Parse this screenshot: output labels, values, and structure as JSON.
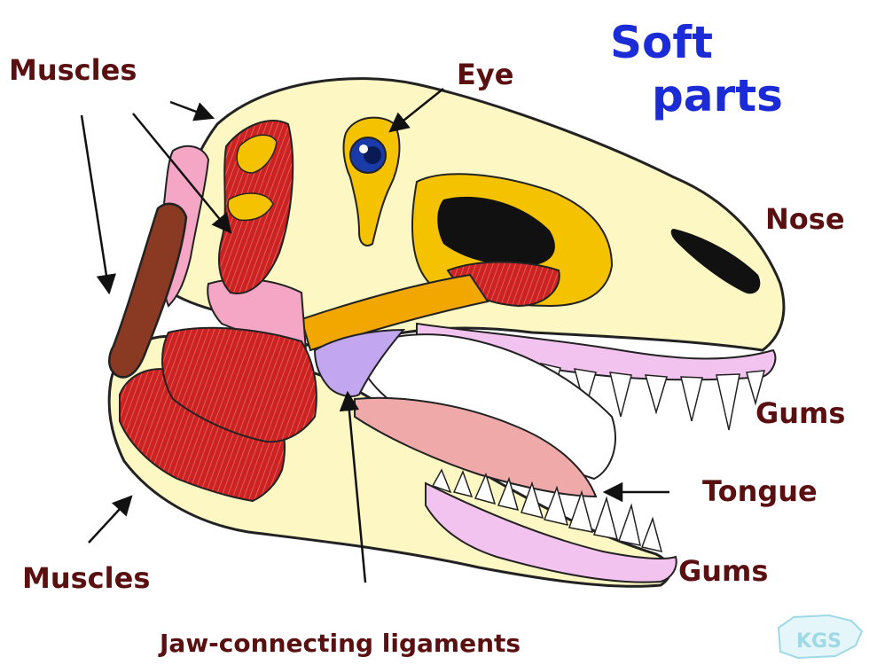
{
  "title": {
    "line1": "Soft",
    "line2": "parts"
  },
  "labels": {
    "muscles_top": "Muscles",
    "eye": "Eye",
    "nose": "Nose",
    "gums_upper": "Gums",
    "tongue": "Tongue",
    "gums_lower": "Gums",
    "muscles_bottom": "Muscles",
    "ligaments": "Jaw-connecting ligaments"
  },
  "logo": {
    "text": "KGS"
  },
  "colors": {
    "skull": "#fdf7c4",
    "muscle": "#cc2222",
    "muscle_dark": "#8a1a1a",
    "gums": "#f3c3ef",
    "tongue": "#f0a9a9",
    "ligament": "#c2a7f0",
    "opening": "#f5c200",
    "pink": "#f4a6c4",
    "orange": "#f2a600",
    "title": "#1b2bd6",
    "label": "#5a1010"
  }
}
